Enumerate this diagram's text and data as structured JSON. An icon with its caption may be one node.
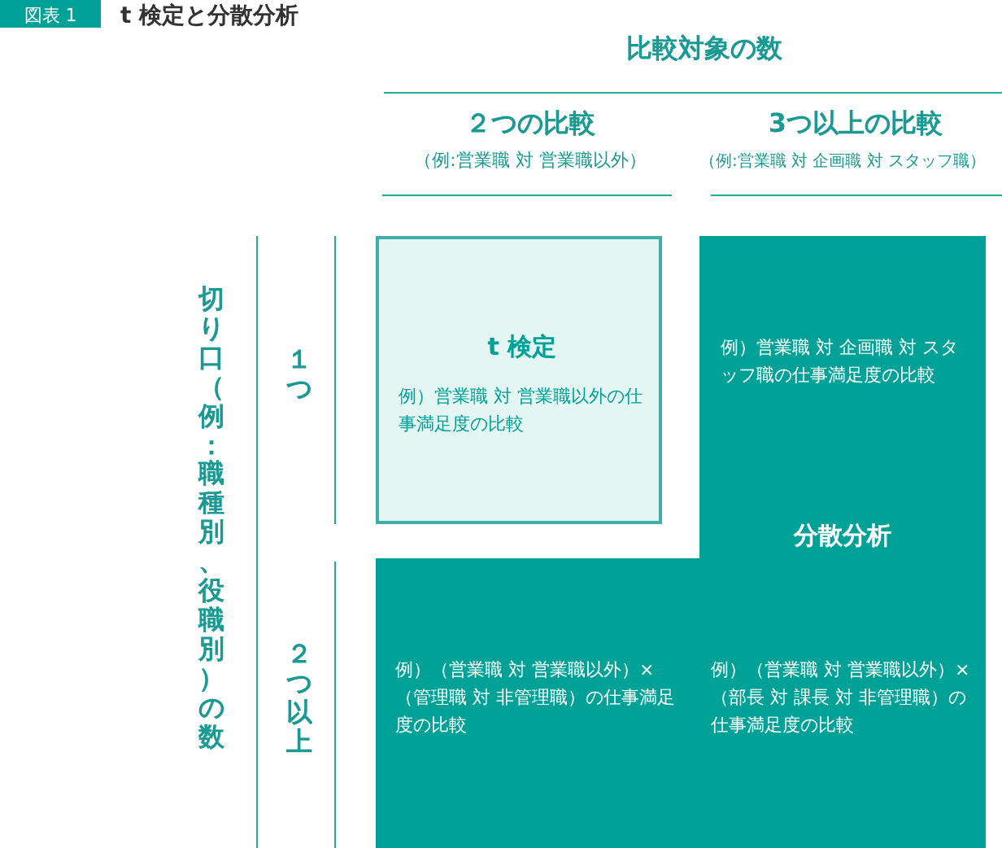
{
  "diagram": {
    "title": "t 検定と分散分析",
    "nodes": [
      {
        "text": [
          "図表 1"
        ]
      },
      {
        "text": [
          "t 検定",
          "例）営業職 対 営業職以外の仕事満足度の比較"
        ]
      },
      {
        "text": [
          "例）営業職 対 企画職 対 スタッフ職の仕事満足度の比較",
          "分散分析",
          "例）（営業職 対 営業職以外）×（管理職 対 非管理職）の仕事満足度の比較",
          "例）（営業職 対 営業職以外）×（部長 対 課長 対 非管理職）の仕事満足度の比較"
        ]
      }
    ],
    "labels": [
      "比較対象の数",
      "２つの比較",
      "（例:営業職 対 営業職以外）",
      "3つ以上の比較",
      "（例:営業職 対 企画職 対 スタッフ職）",
      "切り口（例：職種別、役職別）の数",
      "１つ",
      "２つ以上"
    ]
  }
}
